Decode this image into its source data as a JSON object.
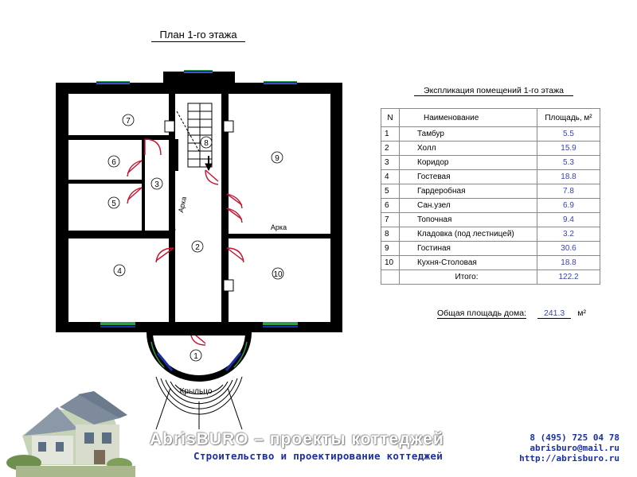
{
  "plan": {
    "title": "План 1-го этажа",
    "arch_label": "Арка",
    "porch_label": "Крыльцо",
    "room_numbers": [
      "1",
      "2",
      "3",
      "4",
      "5",
      "6",
      "7",
      "8",
      "9",
      "10"
    ]
  },
  "explication": {
    "title": "Экспликация помещений 1-го этажа",
    "headers": {
      "num": "N",
      "name": "Наименование",
      "area": "Площадь, м²"
    },
    "rows": [
      {
        "num": "1",
        "name": "Тамбур",
        "area": "5.5"
      },
      {
        "num": "2",
        "name": "Холл",
        "area": "15.9"
      },
      {
        "num": "3",
        "name": "Коридор",
        "area": "5.3"
      },
      {
        "num": "4",
        "name": "Гостевая",
        "area": "18.8"
      },
      {
        "num": "5",
        "name": "Гардеробная",
        "area": "7.8"
      },
      {
        "num": "6",
        "name": "Сан.узел",
        "area": "6.9"
      },
      {
        "num": "7",
        "name": "Топочная",
        "area": "9.4"
      },
      {
        "num": "8",
        "name": "Кладовка (под лестницей)",
        "area": "3.2"
      },
      {
        "num": "9",
        "name": "Гостиная",
        "area": "30.6"
      },
      {
        "num": "10",
        "name": "Кухня-Столовая",
        "area": "18.8"
      }
    ],
    "total_label": "Итого:",
    "total_value": "122.2"
  },
  "house_total": {
    "label": "Общая площадь дома:",
    "value": "241.3",
    "unit": "м²"
  },
  "footer": {
    "brand": "AbrisBURO – проекты коттеджей",
    "tagline": "Строительство и проектирование коттеджей",
    "phone": "8 (495) 725 04 78",
    "email": "abrisburo@mail.ru",
    "url": "http://abrisburo.ru"
  },
  "colors": {
    "wall": "#000000",
    "window_frame": "#2f9a4a",
    "window_glass": "#1a2ea5",
    "door": "#c8102e",
    "number_text": "#3b44a8"
  }
}
